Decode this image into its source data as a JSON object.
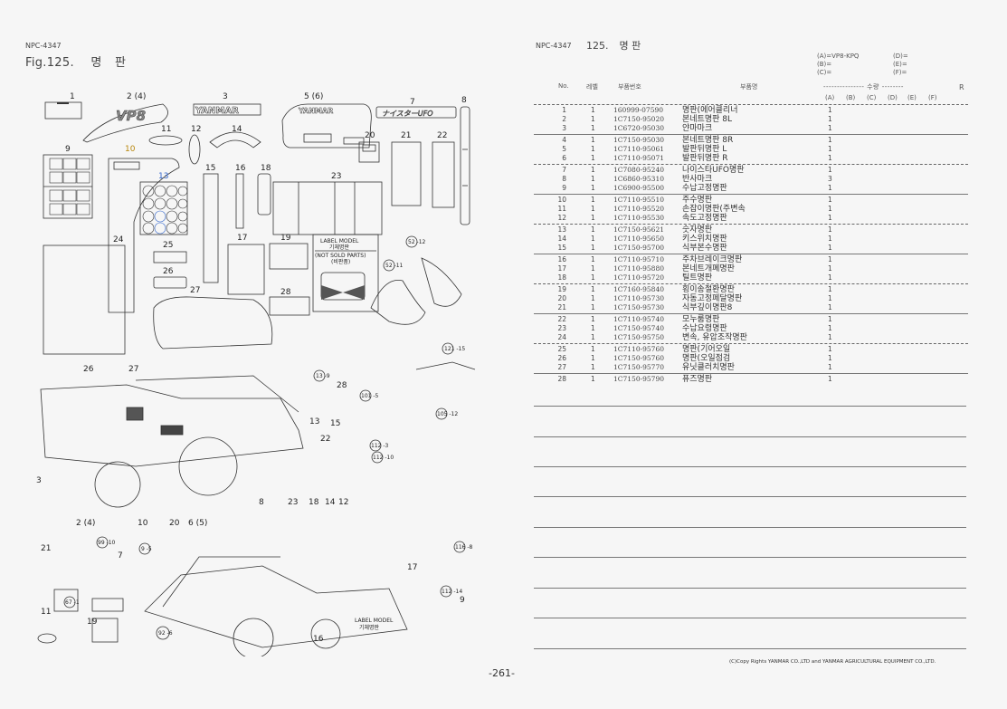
{
  "left_page": {
    "code": "NPC-4347",
    "fig_number": "Fig.125.",
    "fig_title_a": "명",
    "fig_title_b": "판",
    "page_number": "-261-"
  },
  "figure": {
    "callouts_top": [
      "1",
      "2 (4)",
      "3",
      "5 (6)",
      "7",
      "8",
      "11",
      "12",
      "14",
      "9",
      "10",
      "13",
      "15",
      "16",
      "18",
      "20",
      "21",
      "22",
      "23",
      "24",
      "25",
      "26",
      "17",
      "19",
      "27",
      "28"
    ],
    "logo_text": {
      "vp8": "VP8",
      "yanmar": "YANMAR",
      "ufo": "ナイスターUFO"
    },
    "label_plate": {
      "line1": "LABEL MODEL",
      "line2": "기체명판",
      "line3": "(NOT SOLD PARTS)",
      "line4": "(비판품)"
    },
    "assembly_refs": [
      "52 -12",
      "52 -11",
      "121 -15",
      "13 -9",
      "101 -5",
      "105 -12",
      "112 -3",
      "112 -10",
      "99 -10",
      "9 -5",
      "67 -1",
      "92 -6",
      "116 -8",
      "112 -14"
    ],
    "assembly_labels": [
      "26",
      "27",
      "3",
      "2 (4)",
      "10",
      "20",
      "6 (5)",
      "13",
      "22",
      "28",
      "15",
      "8",
      "23",
      "18",
      "14",
      "12",
      "21",
      "7",
      "11",
      "19",
      "17",
      "16",
      "9"
    ],
    "machine_label_model": "LABEL MODEL",
    "machine_label_kr": "기체명판"
  },
  "right_page": {
    "code": "NPC-4347",
    "section_number": "125.",
    "section_title": "명 판",
    "model_key": {
      "A": "(A)=VP8-KPQ",
      "B": "(B)=",
      "C": "(C)=",
      "D": "(D)=",
      "E": "(E)=",
      "F": "(F)="
    },
    "headers": {
      "no": "No.",
      "level": "레벨",
      "part_number": "부품번호",
      "part_name": "부품명",
      "quantity": "--------------- 수량 --------",
      "remarks": "R",
      "qty_cols": [
        "(A)",
        "(B)",
        "(C)",
        "(D)",
        "(E)",
        "(F)"
      ]
    },
    "groups": [
      [
        {
          "no": "1",
          "level": "1",
          "part_number": "160999-07590",
          "name": "명판(에어클리너",
          "qty_a": "1"
        },
        {
          "no": "2",
          "level": "1",
          "part_number": "1C7150-95020",
          "name": "본네트명판 8L",
          "qty_a": "1"
        },
        {
          "no": "3",
          "level": "1",
          "part_number": "1C6720-95030",
          "name": "얀마마크",
          "qty_a": "1"
        }
      ],
      [
        {
          "no": "4",
          "level": "1",
          "part_number": "1C7150-95030",
          "name": "본네트명판 8R",
          "qty_a": "1"
        },
        {
          "no": "5",
          "level": "1",
          "part_number": "1C7110-95061",
          "name": "발판뒤명판 L",
          "qty_a": "1"
        },
        {
          "no": "6",
          "level": "1",
          "part_number": "1C7110-95071",
          "name": "발판뒤명판 R",
          "qty_a": "1"
        }
      ],
      [
        {
          "no": "7",
          "level": "1",
          "part_number": "1C7080-95240",
          "name": "나이스타UFO명판",
          "qty_a": "1"
        },
        {
          "no": "8",
          "level": "1",
          "part_number": "1C6860-95310",
          "name": "반사마크",
          "qty_a": "3"
        },
        {
          "no": "9",
          "level": "1",
          "part_number": "1C6900-95500",
          "name": "수납고정명판",
          "qty_a": "1"
        }
      ],
      [
        {
          "no": "10",
          "level": "1",
          "part_number": "1C7110-95510",
          "name": "주수명판",
          "qty_a": "1"
        },
        {
          "no": "11",
          "level": "1",
          "part_number": "1C7110-95520",
          "name": "손잡이명판(주변속",
          "qty_a": "1"
        },
        {
          "no": "12",
          "level": "1",
          "part_number": "1C7110-95530",
          "name": "속도고정명판",
          "qty_a": "1"
        }
      ],
      [
        {
          "no": "13",
          "level": "1",
          "part_number": "1C7150-95621",
          "name": "숫자명판",
          "qty_a": "1"
        },
        {
          "no": "14",
          "level": "1",
          "part_number": "1C7110-95650",
          "name": "키스위치명판",
          "qty_a": "1"
        },
        {
          "no": "15",
          "level": "1",
          "part_number": "1C7150-95700",
          "name": "식부본수명판",
          "qty_a": "1"
        }
      ],
      [
        {
          "no": "16",
          "level": "1",
          "part_number": "1C7110-95710",
          "name": "주차브레이크명판",
          "qty_a": "1"
        },
        {
          "no": "17",
          "level": "1",
          "part_number": "1C7110-95880",
          "name": "본네트개폐명판",
          "qty_a": "1"
        },
        {
          "no": "18",
          "level": "1",
          "part_number": "1C7110-95720",
          "name": "틸트명판",
          "qty_a": "1"
        }
      ],
      [
        {
          "no": "19",
          "level": "1",
          "part_number": "1C7160-95840",
          "name": "횡이송절환명판",
          "qty_a": "1"
        },
        {
          "no": "20",
          "level": "1",
          "part_number": "1C7110-95730",
          "name": "자동고정페달명판",
          "qty_a": "1"
        },
        {
          "no": "21",
          "level": "1",
          "part_number": "1C7150-95730",
          "name": "식부깊이명판8",
          "qty_a": "1"
        }
      ],
      [
        {
          "no": "22",
          "level": "1",
          "part_number": "1C7110-95740",
          "name": "모누룸명판",
          "qty_a": "1"
        },
        {
          "no": "23",
          "level": "1",
          "part_number": "1C7150-95740",
          "name": "수납요령명판",
          "qty_a": "1"
        },
        {
          "no": "24",
          "level": "1",
          "part_number": "1C7150-95750",
          "name": "변속, 유압조작명판",
          "qty_a": "1"
        }
      ],
      [
        {
          "no": "25",
          "level": "1",
          "part_number": "1C7110-95760",
          "name": "명판(기어오일",
          "qty_a": "1"
        },
        {
          "no": "26",
          "level": "1",
          "part_number": "1C7150-95760",
          "name": "명판(오일점검",
          "qty_a": "1"
        },
        {
          "no": "27",
          "level": "1",
          "part_number": "1C7150-95770",
          "name": "유닛클러치명판",
          "qty_a": "1"
        }
      ],
      [
        {
          "no": "28",
          "level": "1",
          "part_number": "1C7150-95790",
          "name": "퓨즈명판",
          "qty_a": "1"
        }
      ]
    ],
    "copyright": "(C)Copy Rights  YANMAR CO.,LTD and YANMAR AGRICULTURAL EQUIPMENT CO.,LTD."
  }
}
